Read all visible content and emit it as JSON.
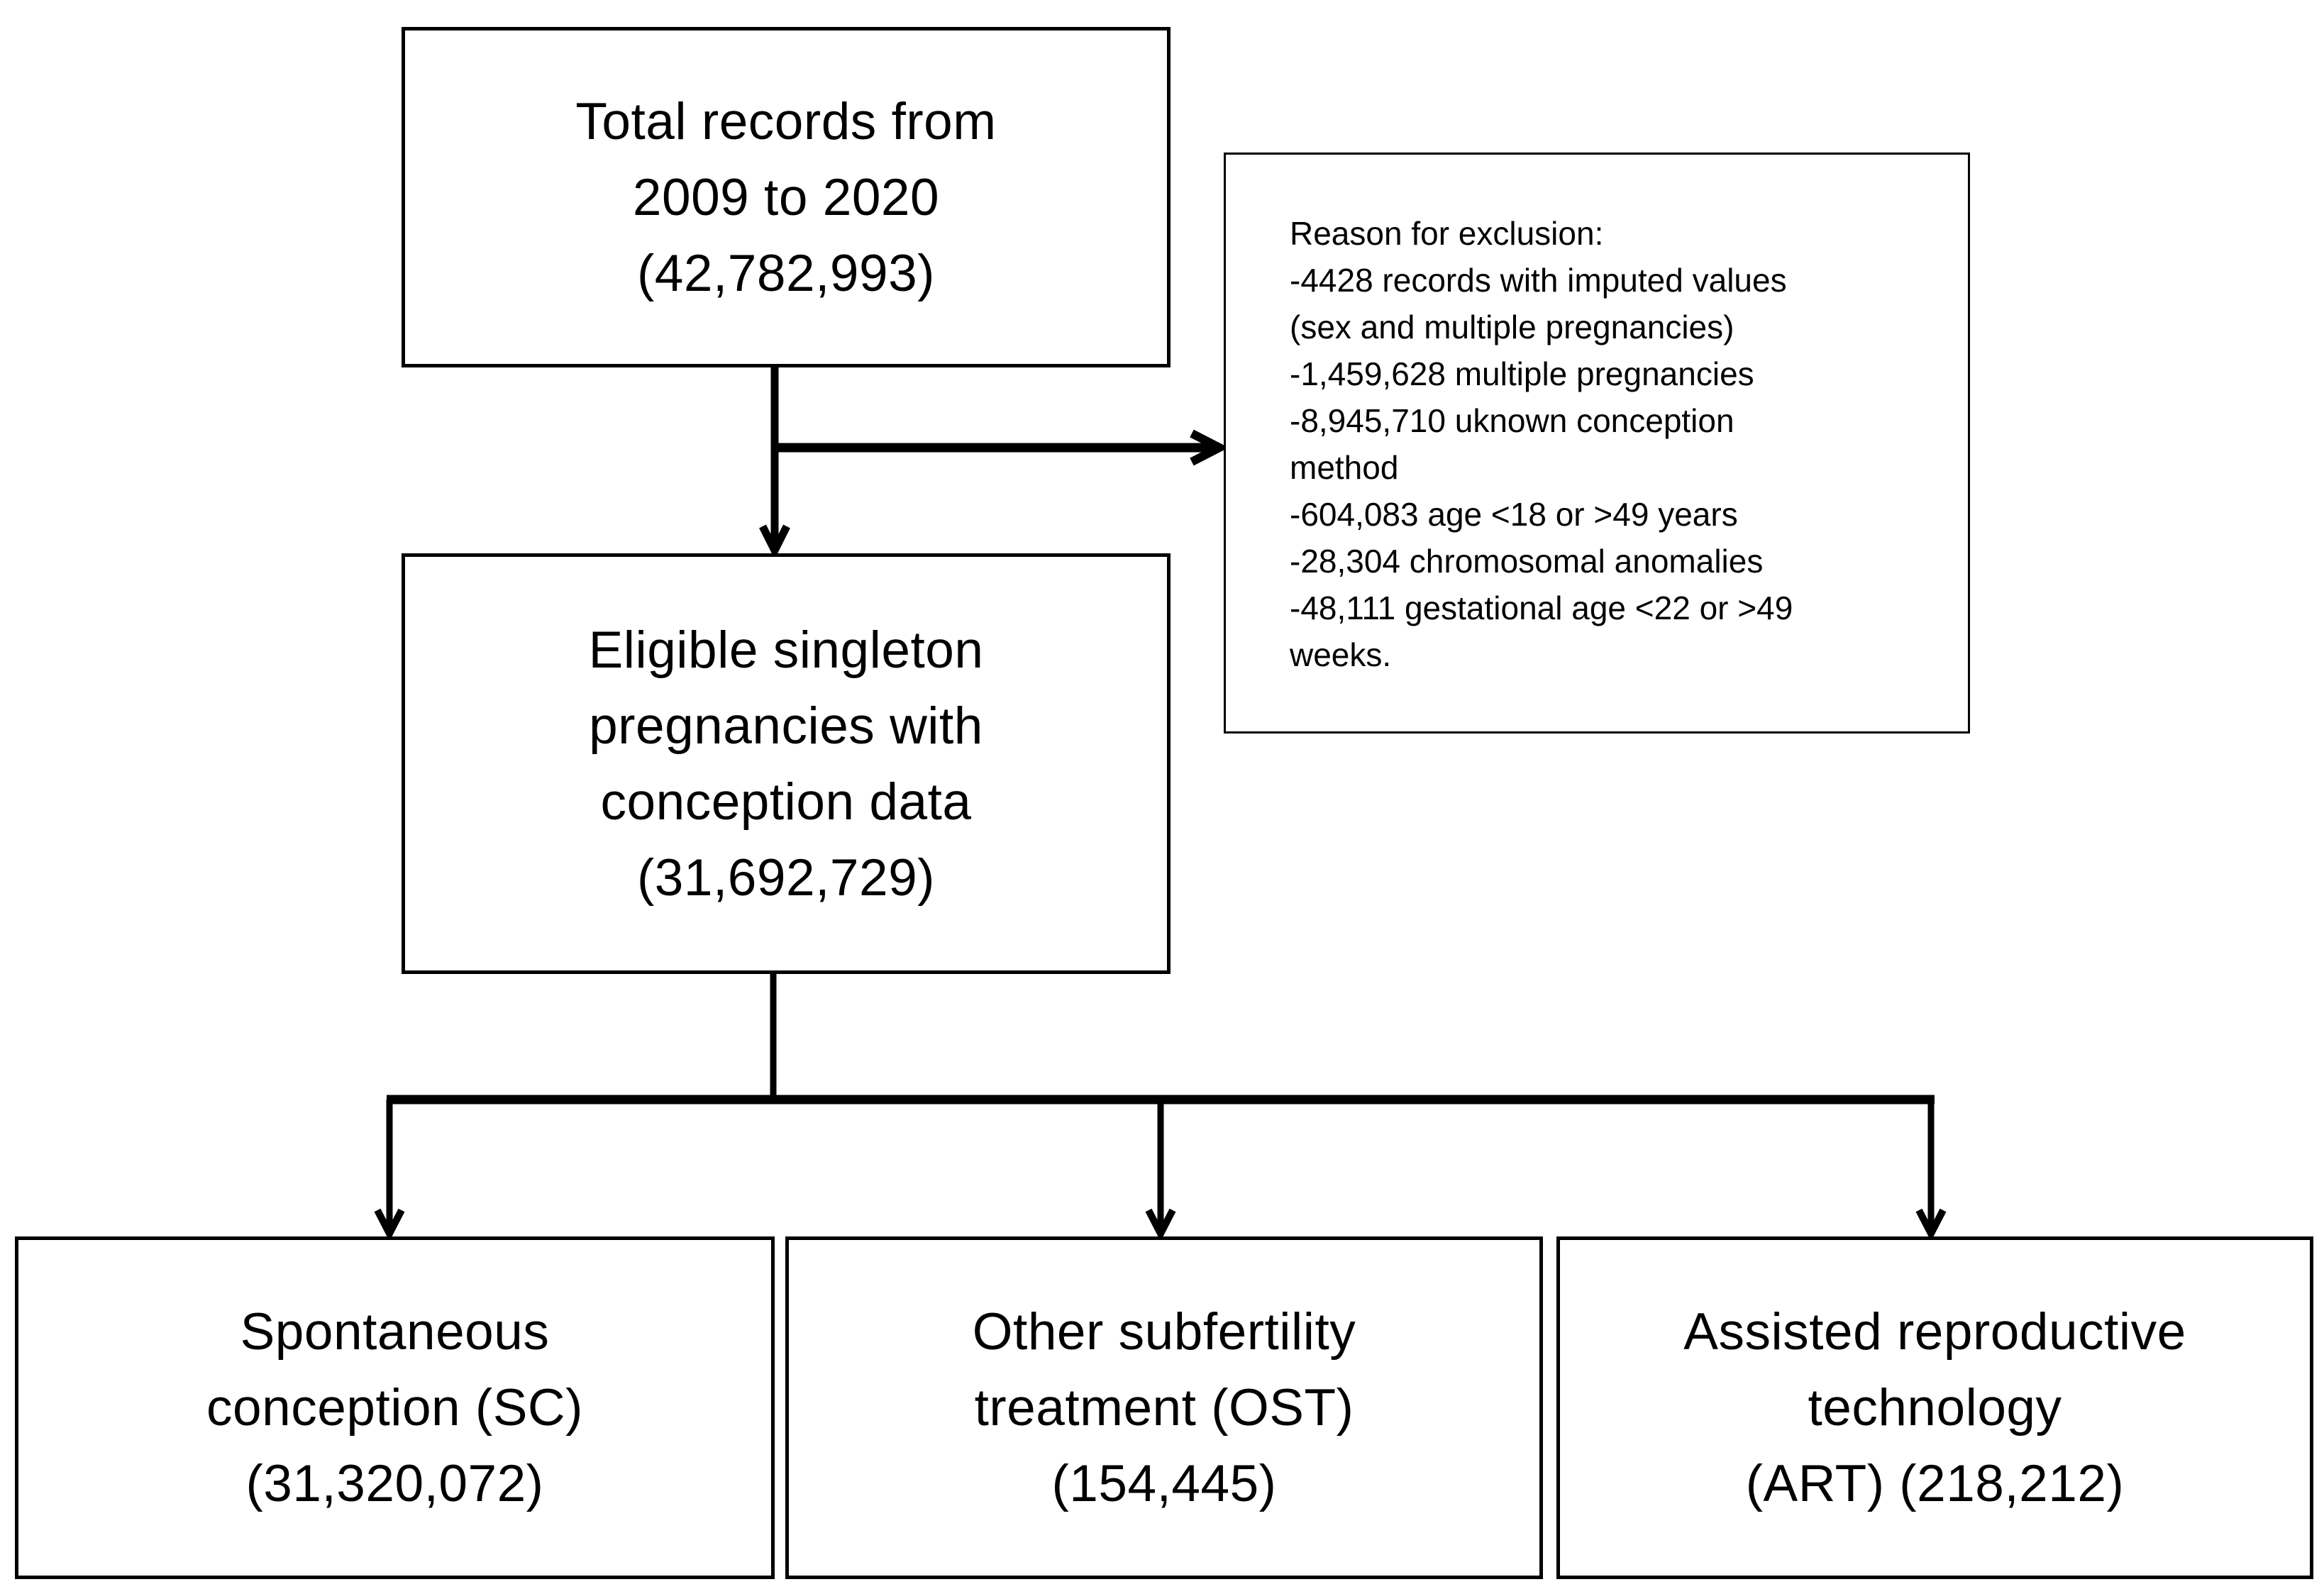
{
  "diagram": {
    "title_hint": "Study flow chart of eligible singleton pregnancies by conception method",
    "colors": {
      "line": "#000000",
      "background": "#ffffff",
      "text": "#000000"
    },
    "boxes": {
      "total": {
        "text": "Total records from\n2009 to 2020\n(42,782,993)"
      },
      "exclusion": {
        "text": "Reason for exclusion:\n-4428 records with imputed values\n(sex and multiple pregnancies)\n-1,459,628 multiple pregnancies\n-8,945,710 uknown conception\nmethod\n-604,083 age <18 or >49 years\n-28,304 chromosomal anomalies\n-48,111 gestational age <22 or >49\nweeks."
      },
      "eligible": {
        "text": "Eligible singleton\npregnancies with\nconception data\n(31,692,729)"
      },
      "sc": {
        "text": "Spontaneous\nconception (SC)\n(31,320,072)"
      },
      "ost": {
        "text": "Other subfertility\ntreatment (OST)\n(154,445)"
      },
      "art": {
        "text": "Assisted reproductive\ntechnology\n(ART) (218,212)"
      }
    },
    "connectors": [
      "total-to-eligible-arrow",
      "total-to-exclusion-arrow",
      "eligible-to-branch-bar",
      "branch-to-sc-arrow",
      "branch-to-ost-arrow",
      "branch-to-art-arrow"
    ]
  }
}
